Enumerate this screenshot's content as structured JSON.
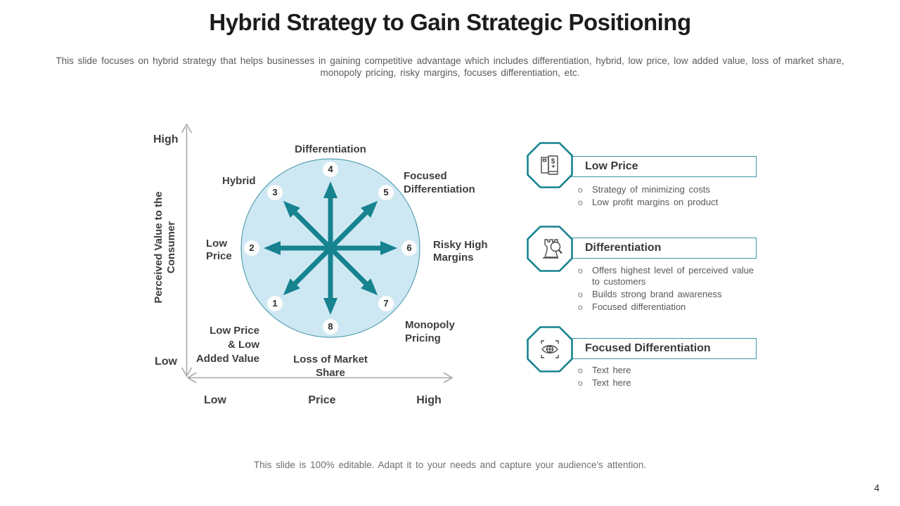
{
  "slide": {
    "title": "Hybrid Strategy to Gain Strategic Positioning",
    "subtitle": "This slide focuses on hybrid strategy that helps businesses in gaining competitive advantage which includes differentiation, hybrid, low price, low added value, loss of market share, monopoly pricing, risky margins, focuses differentiation, etc.",
    "footer": "This slide is 100% editable. Adapt it to your needs and capture your audience's attention.",
    "page_number": "4"
  },
  "colors": {
    "teal": "#16838F",
    "circle_fill": "#CEE8F3",
    "circle_stroke": "#3A8FA3",
    "axis_gray": "#A8A8A8",
    "box_border": "#3E93A4",
    "icon_stroke": "#4A4A4A"
  },
  "ui": {
    "bullet_char": "o"
  },
  "diagram": {
    "y_axis": {
      "top": "High",
      "bottom": "Low",
      "title": "Perceived Value to the\nConsumer"
    },
    "x_axis": {
      "left": "Low",
      "center": "Price",
      "right": "High"
    },
    "labels": {
      "differentiation": "Differentiation",
      "hybrid": "Hybrid",
      "focused_differentiation": "Focused\nDifferentiation",
      "low_price": "Low\nPrice",
      "risky_high_margins": "Risky High\nMargins",
      "low_price_low_added_value": "Low Price\n& Low\nAdded Value",
      "loss_of_market_share": "Loss of Market\nShare",
      "monopoly_pricing": "Monopoly\nPricing"
    },
    "points": [
      "1",
      "2",
      "3",
      "4",
      "5",
      "6",
      "7",
      "8"
    ]
  },
  "cards": [
    {
      "title": "Low Price",
      "icon": "price-scanner-icon",
      "bullets": [
        "Strategy of minimizing costs",
        "Low profit margins on product"
      ]
    },
    {
      "title": "Differentiation",
      "icon": "chess-strategy-icon",
      "bullets": [
        "Offers highest level of perceived value to customers",
        "Builds strong brand awareness",
        "Focused differentiation"
      ]
    },
    {
      "title": "Focused Differentiation",
      "icon": "focus-eye-icon",
      "bullets": [
        "Text here",
        "Text here"
      ]
    }
  ]
}
